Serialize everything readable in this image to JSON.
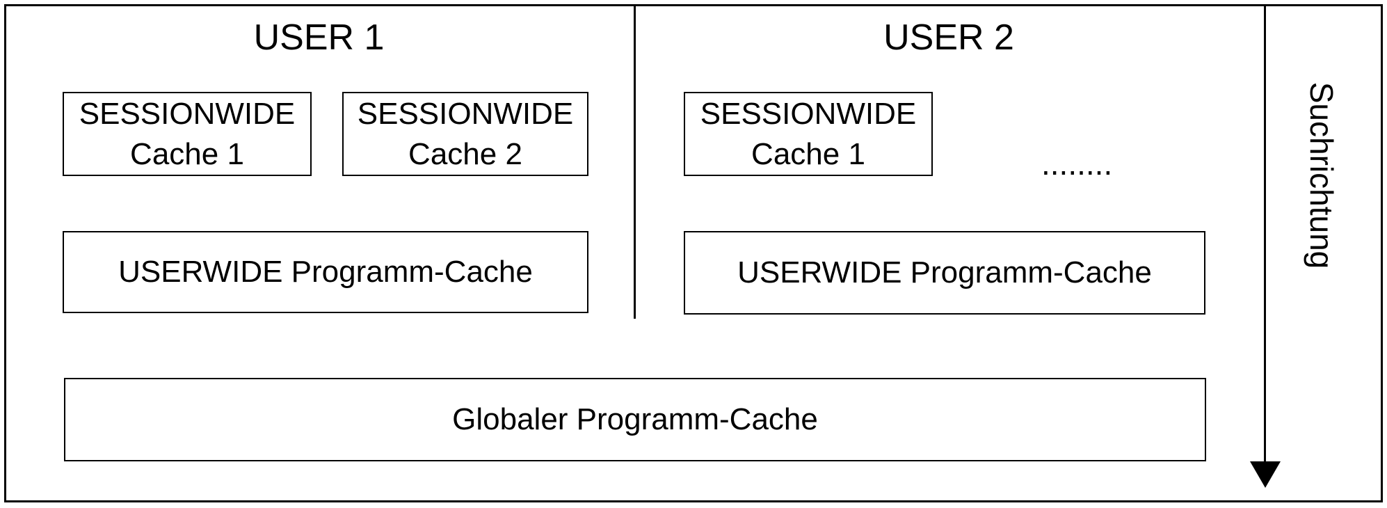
{
  "diagram": {
    "background_color": "#ffffff",
    "line_color": "#000000",
    "users": [
      {
        "title": "USER 1",
        "session_caches": [
          {
            "line1": "SESSIONWIDE",
            "line2": "Cache 1"
          },
          {
            "line1": "SESSIONWIDE",
            "line2": "Cache 2"
          }
        ],
        "userwide_label": "USERWIDE Programm-Cache"
      },
      {
        "title": "USER 2",
        "session_caches": [
          {
            "line1": "SESSIONWIDE",
            "line2": "Cache 1"
          }
        ],
        "more_caches_ellipsis": "........",
        "userwide_label": "USERWIDE Programm-Cache"
      }
    ],
    "global_cache_label": "Globaler Programm-Cache",
    "search_direction_label": "Suchrichtung"
  }
}
